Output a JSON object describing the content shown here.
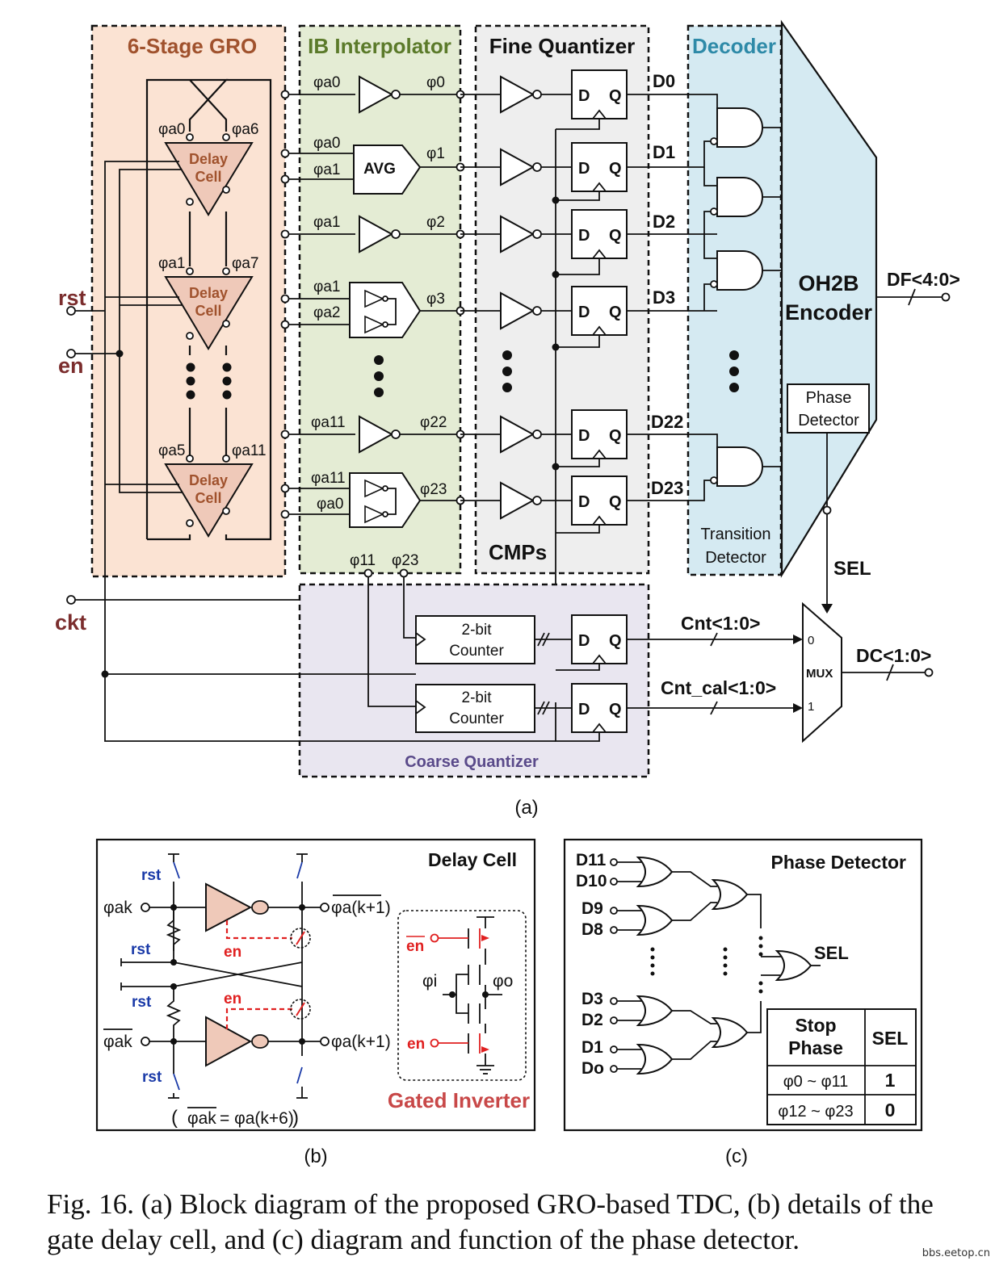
{
  "panel_a": {
    "label": "(a)",
    "gro": {
      "title": "6-Stage GRO",
      "cell_line1": "Delay",
      "cell_line2": "Cell",
      "cells": [
        {
          "in": "φa0",
          "out": "φa6"
        },
        {
          "in": "φa1",
          "out": "φa7"
        },
        {
          "in": "φa5",
          "out": "φa11"
        }
      ]
    },
    "inputs": {
      "rst": "rst",
      "en": "en",
      "ckt": "ckt"
    },
    "interpolator": {
      "title": "IB Interpolator",
      "avg": "AVG",
      "rows": [
        {
          "in": [
            "φa0"
          ],
          "out": "φ0"
        },
        {
          "in": [
            "φa0",
            "φa1"
          ],
          "out": "φ1"
        },
        {
          "in": [
            "φa1"
          ],
          "out": "φ2"
        },
        {
          "in": [
            "φa1",
            "φa2"
          ],
          "out": "φ3"
        },
        {
          "in": [
            "φa11"
          ],
          "out": "φ22"
        },
        {
          "in": [
            "φa11",
            "φa0"
          ],
          "out": "φ23"
        }
      ],
      "taps": [
        "φ11",
        "φ23"
      ]
    },
    "fine": {
      "title": "Fine Quantizer",
      "cmps": "CMPs",
      "d": "D",
      "q": "Q"
    },
    "decoder": {
      "title": "Decoder",
      "sub_line1": "Transition",
      "sub_line2": "Detector",
      "outputs": [
        "D0",
        "D1",
        "D2",
        "D3",
        "D22",
        "D23"
      ]
    },
    "encoder": {
      "line1": "OH2B",
      "line2": "Encoder",
      "pd_line1": "Phase",
      "pd_line2": "Detector",
      "out": "DF<4:0>",
      "sel": "SEL"
    },
    "coarse": {
      "title": "Coarse Quantizer",
      "counter_line1": "2-bit",
      "counter_line2": "Counter",
      "cnt": "Cnt<1:0>",
      "cnt_cal": "Cnt_cal<1:0>",
      "mux": "MUX",
      "in0": "0",
      "in1": "1",
      "out": "DC<1:0>"
    }
  },
  "panel_b": {
    "label": "(b)",
    "title": "Delay Cell",
    "rst": "rst",
    "en": "en",
    "in_top": "φak",
    "out_top": "φa(k+1)",
    "in_bot": "φak",
    "out_bot": "φa(k+1)",
    "eq_lhs": "φak",
    "eq_rhs": "= φa(k+6)",
    "gated": {
      "title": "Gated Inverter",
      "en_bar": "en",
      "en": "en",
      "in": "φi",
      "out": "φo"
    }
  },
  "panel_c": {
    "label": "(c)",
    "title": "Phase Detector",
    "inputs": [
      "D11",
      "D10",
      "D9",
      "D8",
      "D3",
      "D2",
      "D1",
      "Do"
    ],
    "sel": "SEL",
    "table": {
      "head1_line1": "Stop",
      "head1_line2": "Phase",
      "head2": "SEL",
      "rows": [
        {
          "phase": "φ0 ~ φ11",
          "sel": "1"
        },
        {
          "phase": "φ12 ~ φ23",
          "sel": "0"
        }
      ]
    }
  },
  "caption": "Fig. 16.   (a) Block diagram of the proposed GRO-based TDC, (b) details of the gate delay cell, and (c) diagram and function of the phase detector.",
  "watermark": "bbs.eetop.cn",
  "colors": {
    "gro_bg": "#fbe3d3",
    "gro_text": "#a0522d",
    "ib_bg": "#e4ecd4",
    "ib_text": "#5b7a2a",
    "fine_bg": "#eeeeee",
    "dec_bg": "#d5eaf2",
    "dec_text": "#2e8aa8",
    "coarse_bg": "#e9e6f0",
    "coarse_text": "#5a4a8a",
    "cell_fill": "#efc9b9",
    "red": "#e02020",
    "blue": "#1a3aa8",
    "input_text": "#7b2d2d"
  }
}
